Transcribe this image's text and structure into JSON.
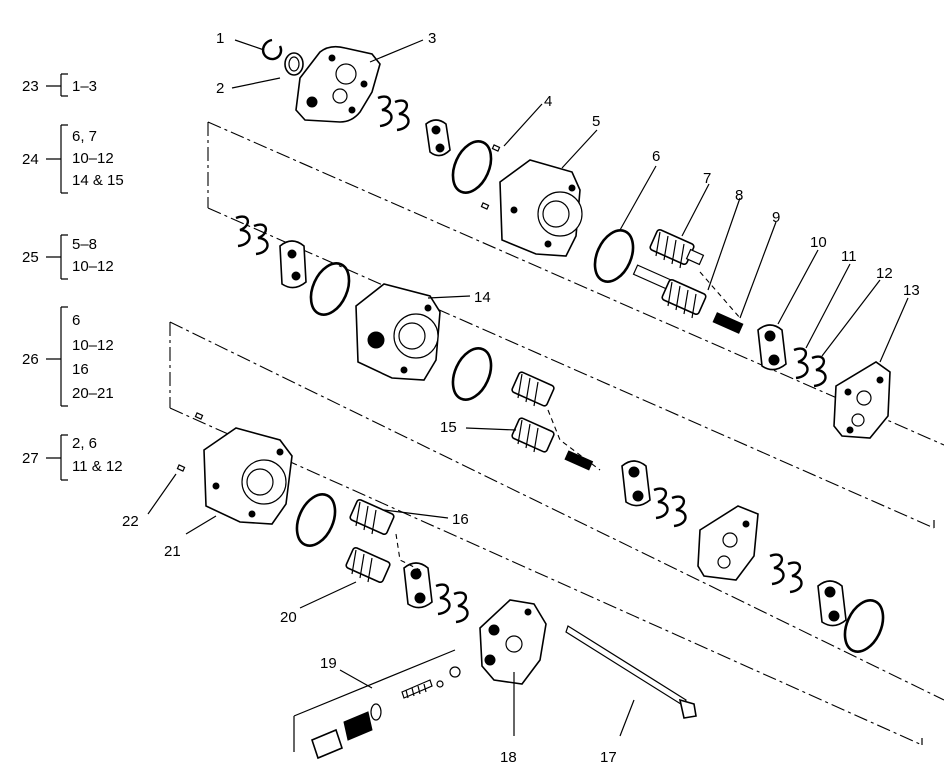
{
  "callouts": {
    "c1": "1",
    "c2": "2",
    "c3": "3",
    "c4": "4",
    "c5": "5",
    "c6": "6",
    "c7": "7",
    "c8": "8",
    "c9": "9",
    "c10": "10",
    "c11": "11",
    "c12": "12",
    "c13": "13",
    "c14": "14",
    "c15": "15",
    "c16": "16",
    "c17": "17",
    "c18": "18",
    "c19": "19",
    "c20": "20",
    "c21": "21",
    "c22": "22"
  },
  "legend": [
    {
      "number": "23",
      "items": [
        "1–3"
      ]
    },
    {
      "number": "24",
      "items": [
        "6, 7",
        "10–12",
        "14 & 15"
      ]
    },
    {
      "number": "25",
      "items": [
        "5–8",
        "10–12"
      ]
    },
    {
      "number": "26",
      "items": [
        "6",
        "10–12",
        "16",
        "20–21"
      ]
    },
    {
      "number": "27",
      "items": [
        "2, 6",
        "11 & 12"
      ]
    }
  ]
}
